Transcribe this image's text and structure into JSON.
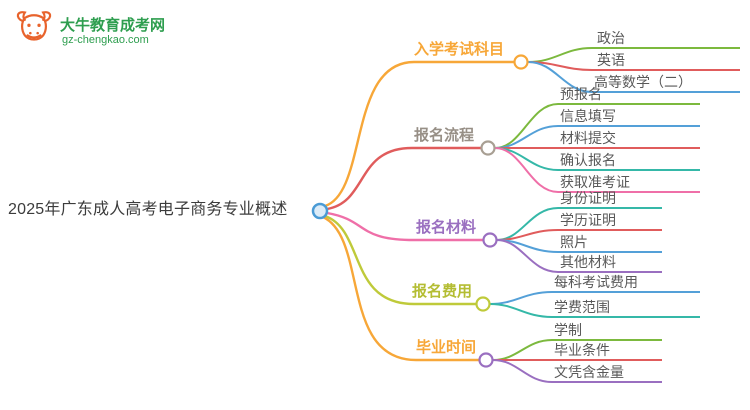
{
  "palette": {
    "centerBlue": "#4a9bd5",
    "centerFill": "#dcecf8",
    "logoGreen": "#2e9e4f",
    "logoOrange": "#e8632c",
    "centerText": "#3c3c3c",
    "leafText": "#595959"
  },
  "logo": {
    "title": "大牛教育成考网",
    "subtitle": "gz-chengkao.com"
  },
  "center": {
    "label": "2025年广东成人高考电子商务专业概述"
  },
  "branches": [
    {
      "label": "入学考试科目",
      "labelColor": "#f7a738",
      "curveColor": "#f7a738",
      "circleColor": "#f7a738",
      "children": [
        {
          "label": "政治",
          "color": "#7cb93e"
        },
        {
          "label": "英语",
          "color": "#e05c5c"
        },
        {
          "label": "高等数学（二）",
          "color": "#54a0d8"
        }
      ]
    },
    {
      "label": "报名流程",
      "labelColor": "#978f86",
      "curveColor": "#e05c5c",
      "circleColor": "#a89f93",
      "children": [
        {
          "label": "预报名",
          "color": "#7cb93e"
        },
        {
          "label": "信息填写",
          "color": "#54a0d8"
        },
        {
          "label": "材料提交",
          "color": "#e05c5c"
        },
        {
          "label": "确认报名",
          "color": "#35b8a8"
        },
        {
          "label": "获取准考证",
          "color": "#ef6fa8"
        }
      ]
    },
    {
      "label": "报名材料",
      "labelColor": "#9a6fc0",
      "curveColor": "#ef6fa8",
      "circleColor": "#9a6fc0",
      "children": [
        {
          "label": "身份证明",
          "color": "#35b8a8"
        },
        {
          "label": "学历证明",
          "color": "#e05c5c"
        },
        {
          "label": "照片",
          "color": "#54a0d8"
        },
        {
          "label": "其他材料",
          "color": "#9a6fc0"
        }
      ]
    },
    {
      "label": "报名费用",
      "labelColor": "#b4bd33",
      "curveColor": "#bfca3a",
      "circleColor": "#bfca3a",
      "children": [
        {
          "label": "每科考试费用",
          "color": "#54a0d8"
        },
        {
          "label": "学费范围",
          "color": "#35b8a8"
        }
      ]
    },
    {
      "label": "毕业时间",
      "labelColor": "#f7a738",
      "curveColor": "#f7a738",
      "circleColor": "#9a6fc0",
      "children": [
        {
          "label": "学制",
          "color": "#7cb93e"
        },
        {
          "label": "毕业条件",
          "color": "#e05c5c"
        },
        {
          "label": "文凭含金量",
          "color": "#9a6fc0"
        }
      ]
    }
  ]
}
